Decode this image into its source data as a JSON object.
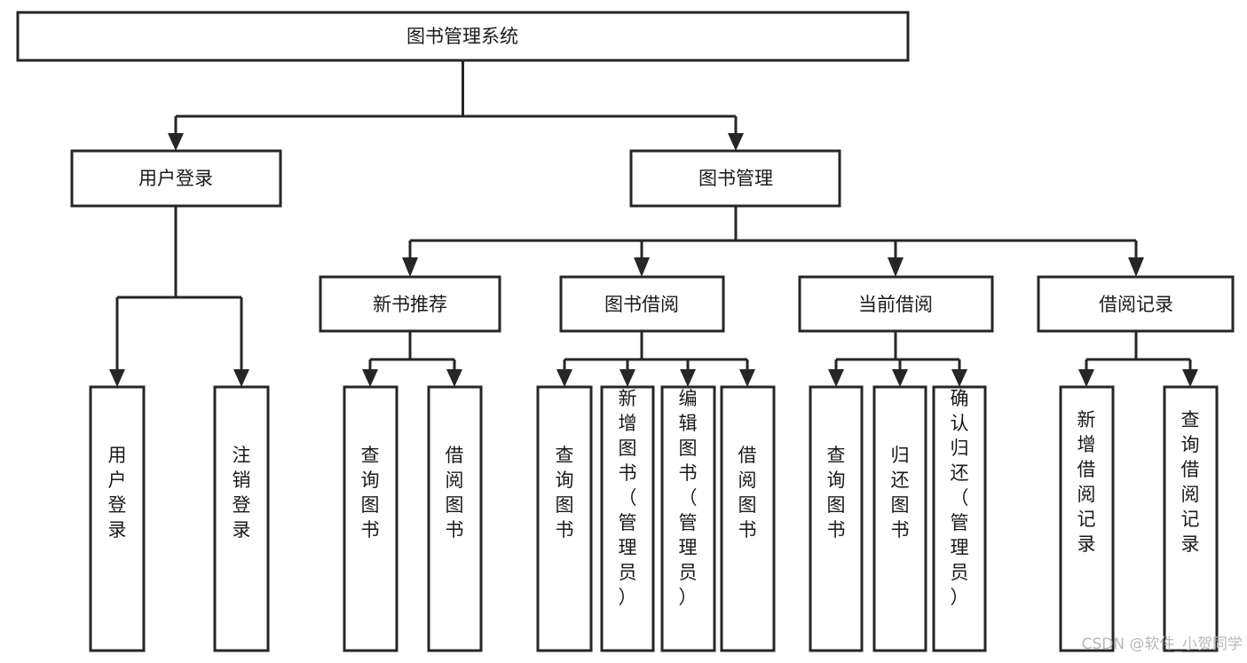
{
  "diagram": {
    "title": "图书管理系统",
    "type": "hierarchy-tree",
    "root": {
      "label": "图书管理系统"
    },
    "level1": [
      {
        "label": "用户登录"
      },
      {
        "label": "图书管理"
      }
    ],
    "level2": [
      {
        "label": "新书推荐"
      },
      {
        "label": "图书借阅"
      },
      {
        "label": "当前借阅"
      },
      {
        "label": "借阅记录"
      }
    ],
    "leaves": {
      "user_login": [
        {
          "label": "用户登录"
        },
        {
          "label": "注销登录"
        }
      ],
      "new_book_recommend": [
        {
          "label": "查询图书"
        },
        {
          "label": "借阅图书"
        }
      ],
      "book_borrow": [
        {
          "label": "查询图书"
        },
        {
          "label": "新增图书（管理员）"
        },
        {
          "label": "编辑图书（管理员）"
        },
        {
          "label": "借阅图书"
        }
      ],
      "current_borrow": [
        {
          "label": "查询图书"
        },
        {
          "label": "归还图书"
        },
        {
          "label": "确认归还（管理员）"
        }
      ],
      "borrow_record": [
        {
          "label": "新增借阅记录"
        },
        {
          "label": "查询借阅记录"
        }
      ]
    }
  },
  "watermark": {
    "text": "CSDN @软件_小贺同学"
  },
  "colors": {
    "stroke": "#262626",
    "box_fill": "#ffffff",
    "text": "#1a1a1a",
    "watermark": "#b8b8b8",
    "background": "#ffffff"
  }
}
